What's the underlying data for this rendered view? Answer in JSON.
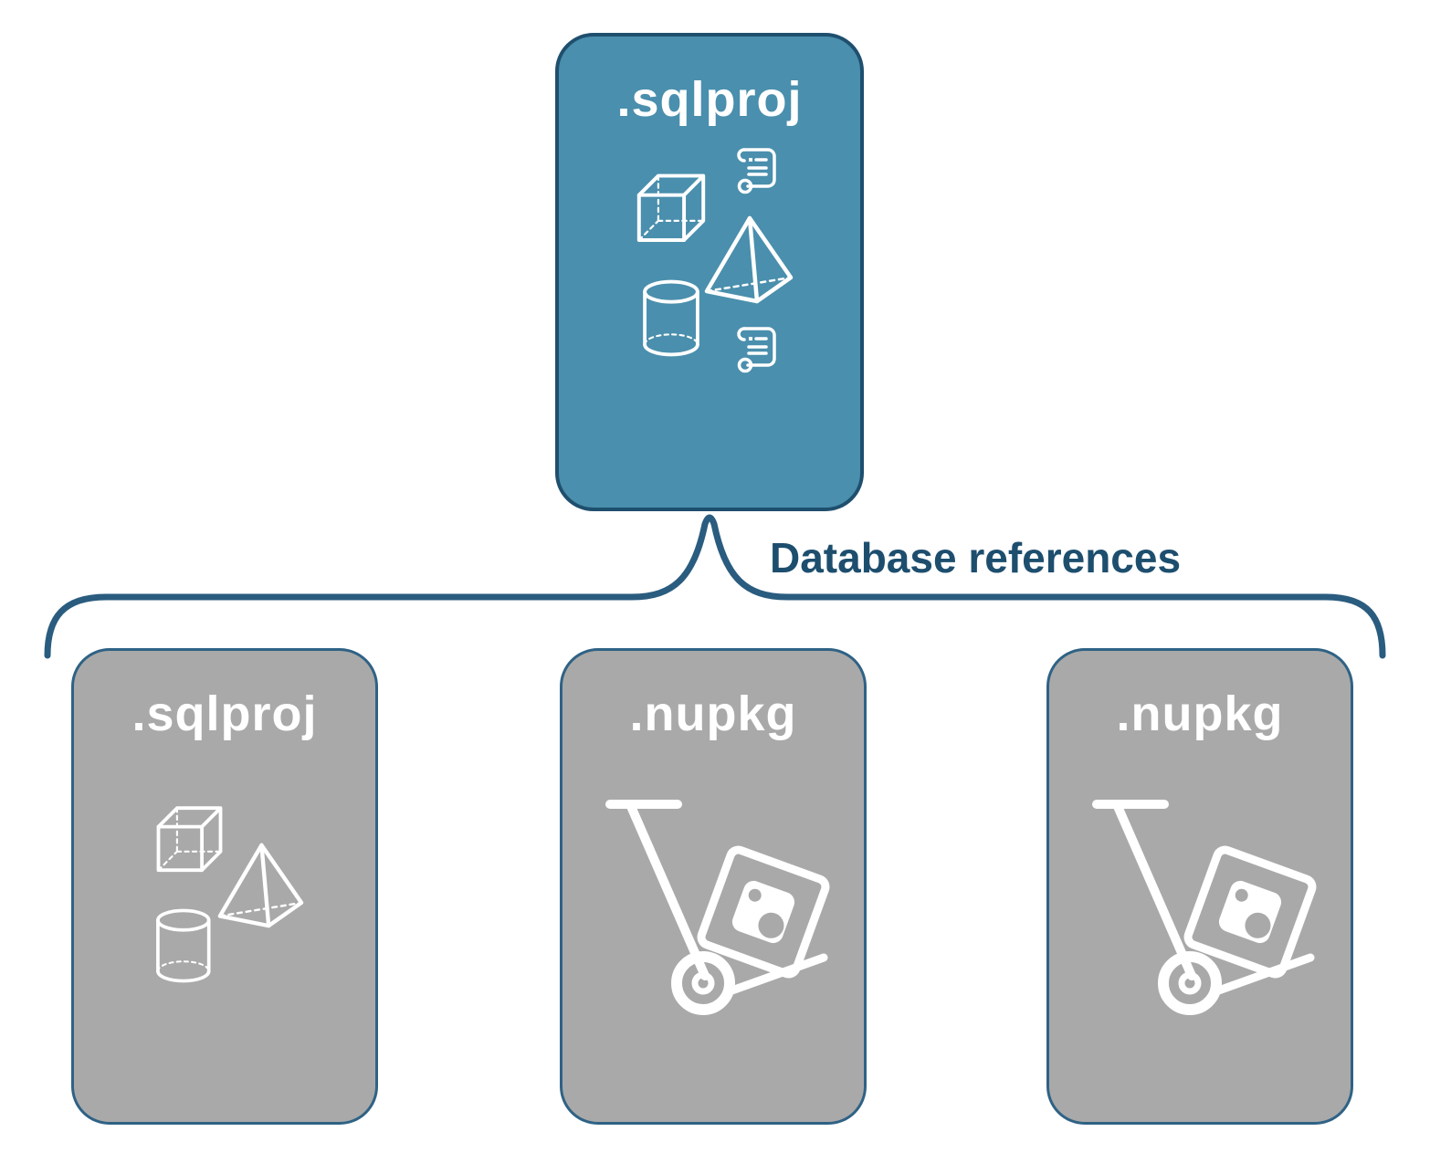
{
  "diagram": {
    "root_box": {
      "label": ".sqlproj",
      "icons": [
        "script-icon",
        "cube-icon",
        "pyramid-icon",
        "database-cylinder-icon",
        "script-icon"
      ]
    },
    "connector": {
      "label": "Database references"
    },
    "child_boxes": [
      {
        "label": ".sqlproj",
        "icons": [
          "cube-icon",
          "pyramid-icon",
          "database-cylinder-icon"
        ]
      },
      {
        "label": ".nupkg",
        "icons": [
          "package-dolly-icon"
        ]
      },
      {
        "label": ".nupkg",
        "icons": [
          "package-dolly-icon"
        ]
      }
    ],
    "colors": {
      "background": "#FFFFFF",
      "root_fill": "#4A8FAD",
      "root_border": "#1F4F6E",
      "child_fill": "#A9A9A9",
      "child_border": "#2F6285",
      "connector_stroke": "#2A5C7F",
      "box_label_color": "#FFFFFF",
      "connector_label_color": "#1D4E6E"
    }
  }
}
